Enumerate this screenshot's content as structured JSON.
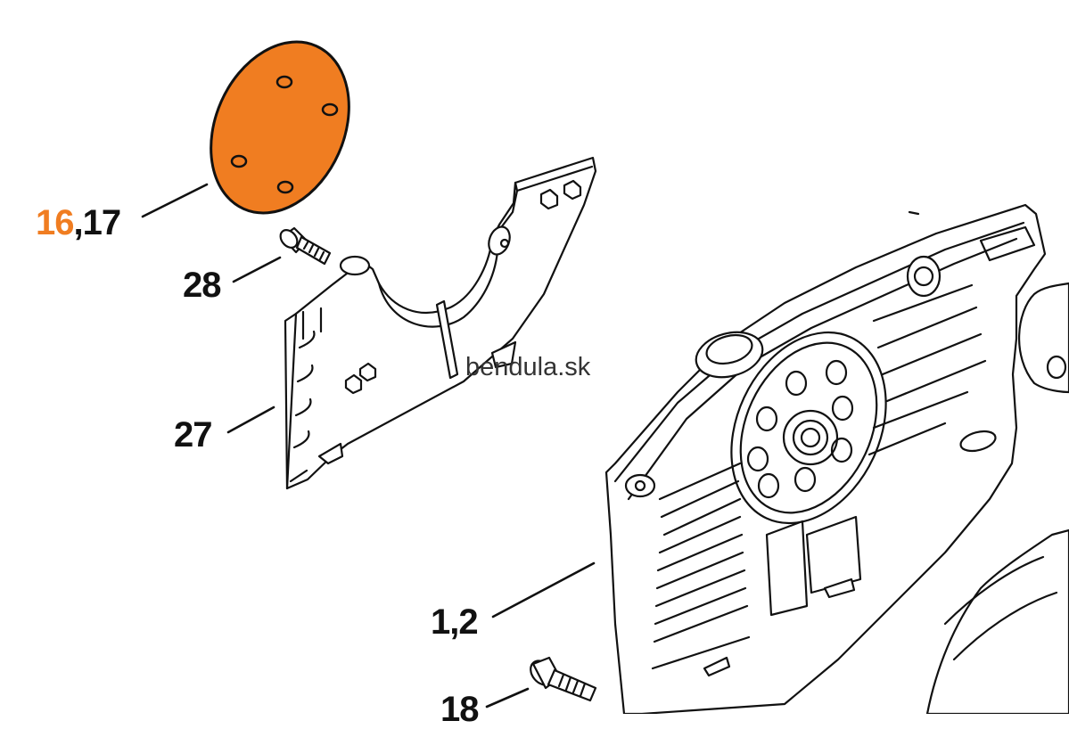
{
  "colors": {
    "highlight": "#f07d21",
    "line": "#111111",
    "paper": "#ffffff"
  },
  "callouts": {
    "c16_17": {
      "highlight": "16",
      "rest": ",17"
    },
    "c28": "28",
    "c27": "27",
    "c1_2": "1,2",
    "c18": "18"
  },
  "watermark": "bendula.sk"
}
